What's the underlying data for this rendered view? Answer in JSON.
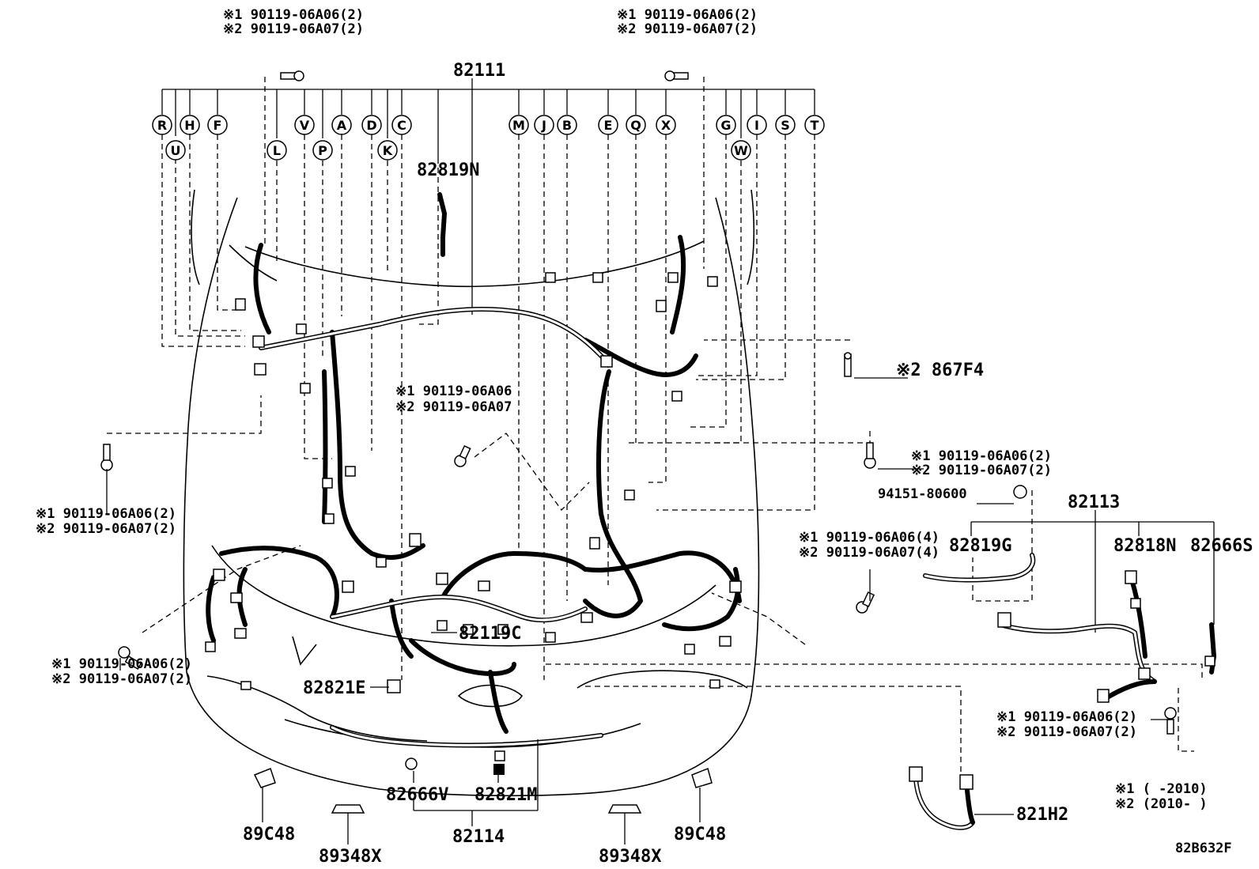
{
  "diagram_id": "82B632F",
  "legend": {
    "n1": "※1 (      -2010)",
    "n2": "※2 (2010-      )"
  },
  "top_left_note": {
    "l1": "※1 90119-06A06(2)",
    "l2": "※2 90119-06A07(2)"
  },
  "top_right_note": {
    "l1": "※1 90119-06A06(2)",
    "l2": "※2 90119-06A07(2)"
  },
  "center_note": {
    "l1": "※1 90119-06A06",
    "l2": "※2 90119-06A07"
  },
  "left_mid_note": {
    "l1": "※1 90119-06A06(2)",
    "l2": "※2 90119-06A07(2)"
  },
  "left_low_note": {
    "l1": "※1 90119-06A06(2)",
    "l2": "※2 90119-06A07(2)"
  },
  "right_mid_note": {
    "l1": "※1 90119-06A06(2)",
    "l2": "※2 90119-06A07(2)"
  },
  "right_mid4_note": {
    "l1": "※1 90119-06A06(4)",
    "l2": "※2 90119-06A07(4)"
  },
  "right_low_note": {
    "l1": "※1 90119-06A06(2)",
    "l2": "※2 90119-06A07(2)"
  },
  "parts": {
    "p82111": "82111",
    "p82819N": "82819N",
    "p867F4": "※2 867F4",
    "p94151": "94151-80600",
    "p82113": "82113",
    "p82819G": "82819G",
    "p82818N": "82818N",
    "p82666S": "82666S",
    "p82119C": "82119C",
    "p82821E": "82821E",
    "p82666V": "82666V",
    "p82821M": "82821M",
    "p82114": "82114",
    "p89C48_l": "89C48",
    "p89C48_r": "89C48",
    "p89348X_l": "89348X",
    "p89348X_r": "89348X",
    "p821H2": "821H2"
  },
  "callouts": {
    "R": "R",
    "U": "U",
    "H": "H",
    "F": "F",
    "L": "L",
    "V": "V",
    "P": "P",
    "A": "A",
    "D": "D",
    "K": "K",
    "C": "C",
    "M": "M",
    "J": "J",
    "B": "B",
    "E": "E",
    "Q": "Q",
    "X": "X",
    "G": "G",
    "W": "W",
    "I": "I",
    "S": "S",
    "T": "T"
  }
}
